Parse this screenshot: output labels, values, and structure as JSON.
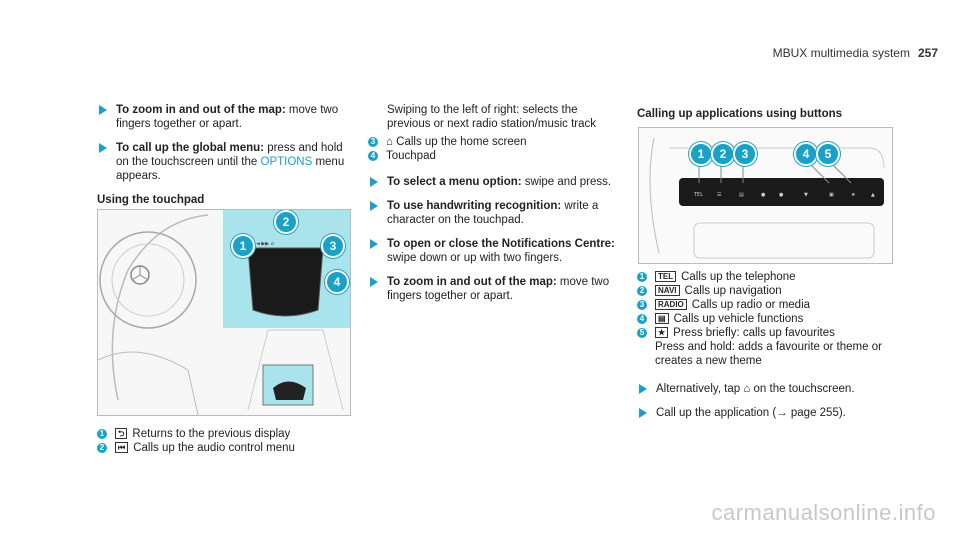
{
  "header": {
    "title": "MBUX multimedia system",
    "page": "257"
  },
  "col1": {
    "b1_bold": "To zoom in and out of the map:",
    "b1_text": " move two fingers together or apart.",
    "b2_bold": "To call up the global menu:",
    "b2_text": " press and hold on the touchscreen until the ",
    "b2_link": "OPTIONS",
    "b2_tail": " menu appears.",
    "heading": "Using the touchpad",
    "items": [
      {
        "n": "1",
        "icon": "⮌",
        "text": "Returns to the previous display"
      },
      {
        "n": "2",
        "icon": "⏮",
        "text": "Calls up the audio control menu"
      }
    ]
  },
  "col2": {
    "intro": "Swiping to the left of right: selects the previous or next radio station/music track",
    "items": [
      {
        "n": "3",
        "text": "Calls up the home screen"
      },
      {
        "n": "4",
        "text": "Touchpad"
      }
    ],
    "b1_bold": "To select a menu option:",
    "b1_text": " swipe and press.",
    "b2_bold": "To use handwriting recognition:",
    "b2_text": " write a character on the touchpad.",
    "b3_bold": "To open or close the Notifications Centre:",
    "b3_text": " swipe down or up with two fingers.",
    "b4_bold": "To zoom in and out of the map:",
    "b4_text": " move two fingers together or apart."
  },
  "col3": {
    "heading": "Calling up applications using buttons",
    "items": [
      {
        "n": "1",
        "key": "TEL",
        "text": "Calls up the telephone"
      },
      {
        "n": "2",
        "key": "NAVI",
        "text": "Calls up navigation"
      },
      {
        "n": "3",
        "key": "RADIO",
        "text": "Calls up radio or media"
      },
      {
        "n": "4",
        "key": "▤",
        "text": "Calls up vehicle functions"
      },
      {
        "n": "5",
        "key": "★",
        "text": "Press briefly: calls up favourites"
      }
    ],
    "hold": "Press and hold: adds a favourite or theme or creates a new theme",
    "b1_text": "Alternatively, tap ",
    "b1_tail": " on the touchscreen.",
    "b2_text": "Call up the application (→ page 255)."
  },
  "fig1_callouts": [
    "1",
    "2",
    "3",
    "4"
  ],
  "fig2_callouts": [
    "1",
    "2",
    "3",
    "4",
    "5"
  ],
  "watermark": "carmanualsonline.info"
}
